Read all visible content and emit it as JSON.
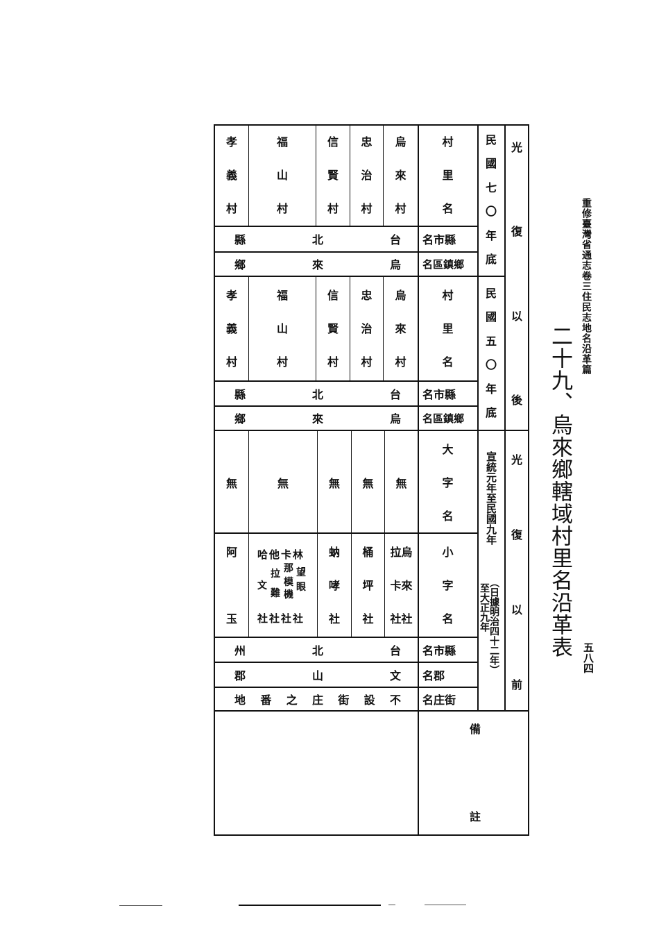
{
  "running_header": "重修臺灣省通志卷三住民志地名沿革篇",
  "page_number": "五八四",
  "table_title": "二十九、烏來鄉轄域村里名沿革表",
  "period_after": {
    "label_top": "光復以後",
    "chars": [
      "光",
      "復",
      "以",
      "後"
    ],
    "sections": [
      {
        "date_label": "民國七〇年底",
        "date_chars": [
          "民",
          "國",
          "七",
          "〇",
          "年",
          "底"
        ],
        "village_header": [
          "村",
          "里",
          "名"
        ],
        "villages": [
          [
            "孝",
            "義",
            "村"
          ],
          [
            "福",
            "山",
            "村"
          ],
          [
            "信",
            "賢",
            "村"
          ],
          [
            "忠",
            "治",
            "村"
          ],
          [
            "烏",
            "來",
            "村"
          ]
        ],
        "county_header": "名市縣",
        "county_value": [
          "縣",
          "北",
          "台"
        ],
        "township_header": "名區鎮鄉",
        "township_value": [
          "鄉",
          "來",
          "烏"
        ]
      },
      {
        "date_label": "民國五〇年底",
        "date_chars": [
          "民",
          "國",
          "五",
          "〇",
          "年",
          "底"
        ],
        "village_header": [
          "村",
          "里",
          "名"
        ],
        "villages": [
          [
            "孝",
            "義",
            "村"
          ],
          [
            "福",
            "山",
            "村"
          ],
          [
            "信",
            "賢",
            "村"
          ],
          [
            "忠",
            "治",
            "村"
          ],
          [
            "烏",
            "來",
            "村"
          ]
        ],
        "county_header": "名市縣",
        "county_value": [
          "縣",
          "北",
          "台"
        ],
        "township_header": "名區鎮鄉",
        "township_value": [
          "鄉",
          "來",
          "烏"
        ]
      }
    ]
  },
  "period_before": {
    "chars": [
      "光",
      "復",
      "以",
      "前"
    ],
    "date_main": "宣統元年至民國九年",
    "date_note_col1": "（日據明治四十二年）",
    "date_note_col2": "至大正九年",
    "date_chars_main": [
      "宣",
      "統",
      "元",
      "年",
      "至",
      "民",
      "國",
      "九",
      "年"
    ],
    "date_note_right": [
      "（",
      "日",
      "據",
      "明",
      "治",
      "四",
      "十",
      "二",
      "年",
      "）"
    ],
    "date_note_left": [
      "至",
      "大",
      "正",
      "九",
      "年"
    ],
    "oaza_header": [
      "大",
      "字",
      "名"
    ],
    "oaza_values": [
      "無",
      "無",
      "無",
      "無",
      "無"
    ],
    "koaza_header": [
      "小",
      "字",
      "名"
    ],
    "koaza_values": [
      {
        "col1": [
          "阿",
          "玉"
        ]
      },
      {
        "stack": "哈他卡林 / 拉那模望 / 文難機眼 / 社社社社",
        "row_top": [
          "哈",
          "他",
          "卡",
          "林"
        ],
        "row_mid_a": [
          "拉",
          "那",
          "望"
        ],
        "row_mid_b": [
          "文",
          "難",
          "模",
          "機",
          "眼"
        ],
        "row_bottom": [
          "社",
          "社",
          "社",
          "社"
        ]
      },
      {
        "col1": [
          "蚋",
          "哮",
          "社"
        ]
      },
      {
        "col1": [
          "桶",
          "坪",
          "社"
        ]
      },
      {
        "col1": [
          "拉烏",
          "卡來",
          "社社"
        ]
      }
    ],
    "prefecture_header": "名市縣",
    "prefecture_value": [
      "州",
      "北",
      "台"
    ],
    "district_header": "名郡",
    "district_value": [
      "郡",
      "山",
      "文"
    ],
    "street_header": "名庄街",
    "street_value": [
      "地",
      "番",
      "之",
      "庄",
      "街",
      "設",
      "不"
    ]
  },
  "remarks": {
    "label_chars": [
      "備",
      "註"
    ],
    "content": ""
  }
}
